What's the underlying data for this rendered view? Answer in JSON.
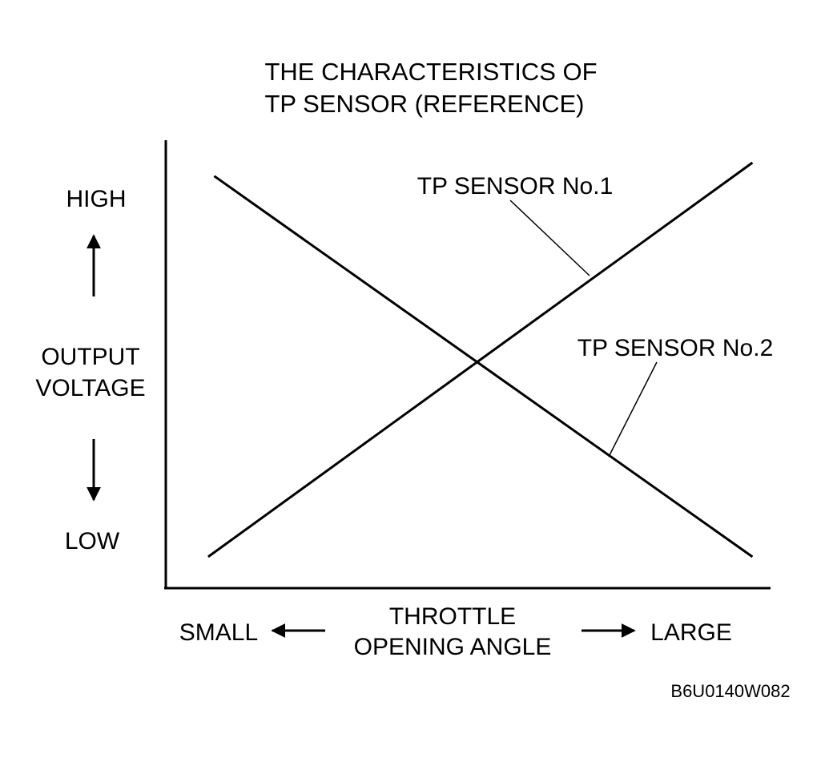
{
  "chart_data": {
    "type": "line",
    "title_lines": [
      "THE CHARACTERISTICS OF",
      "TP SENSOR (REFERENCE)"
    ],
    "y_axis": {
      "high_label": "HIGH",
      "label_lines": [
        "OUTPUT",
        "VOLTAGE"
      ],
      "low_label": "LOW"
    },
    "x_axis": {
      "small_label": "SMALL",
      "label_lines": [
        "THROTTLE",
        "OPENING ANGLE"
      ],
      "large_label": "LARGE"
    },
    "xlim": [
      0,
      100
    ],
    "ylim": [
      0,
      100
    ],
    "grid": false,
    "series": [
      {
        "name": "TP SENSOR No.1",
        "x": [
          7,
          97
        ],
        "y": [
          7,
          95
        ]
      },
      {
        "name": "TP SENSOR No.2",
        "x": [
          8,
          97
        ],
        "y": [
          92,
          7
        ]
      }
    ],
    "code": "B6U0140W082",
    "colors": {
      "ink": "#000000",
      "background": "#ffffff"
    }
  }
}
